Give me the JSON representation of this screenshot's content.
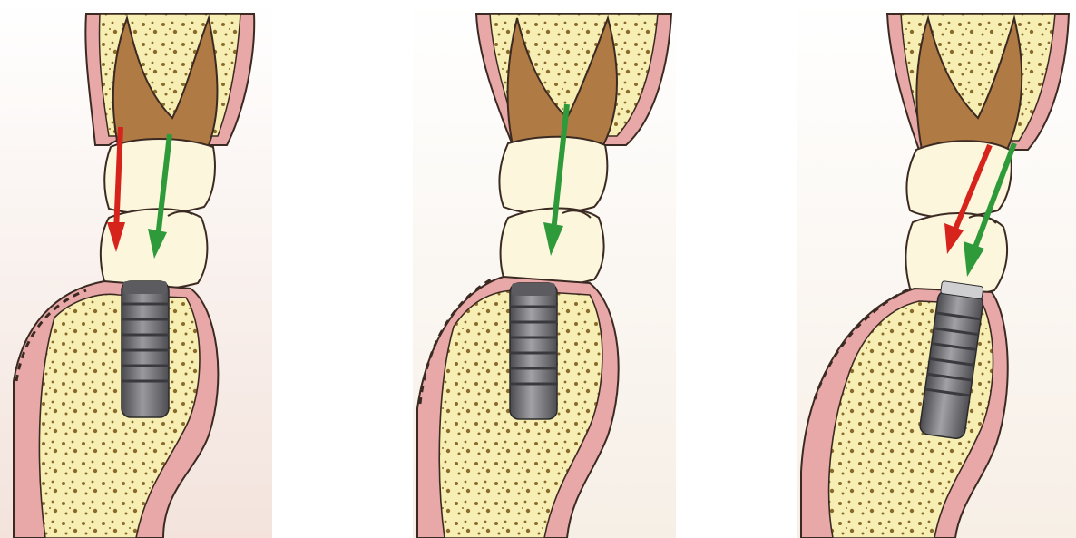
{
  "figure": {
    "panels": [
      {
        "id": "panel-1",
        "arrows": [
          "red",
          "green"
        ],
        "implant_angle": "upright"
      },
      {
        "id": "panel-2",
        "arrows": [
          "green"
        ],
        "implant_angle": "upright"
      },
      {
        "id": "panel-3",
        "arrows": [
          "red",
          "green"
        ],
        "implant_angle": "tilted"
      }
    ],
    "colors": {
      "gum": "#e8a8a8",
      "gum_dark": "#c47a7a",
      "bone": "#f6eeb2",
      "bone_spots": "#8a6a2a",
      "root": "#b07a45",
      "enamel": "#fbf6dc",
      "implant": "#6f6f73",
      "arrow_red": "#d6241c",
      "arrow_green": "#2e9a3a"
    }
  }
}
